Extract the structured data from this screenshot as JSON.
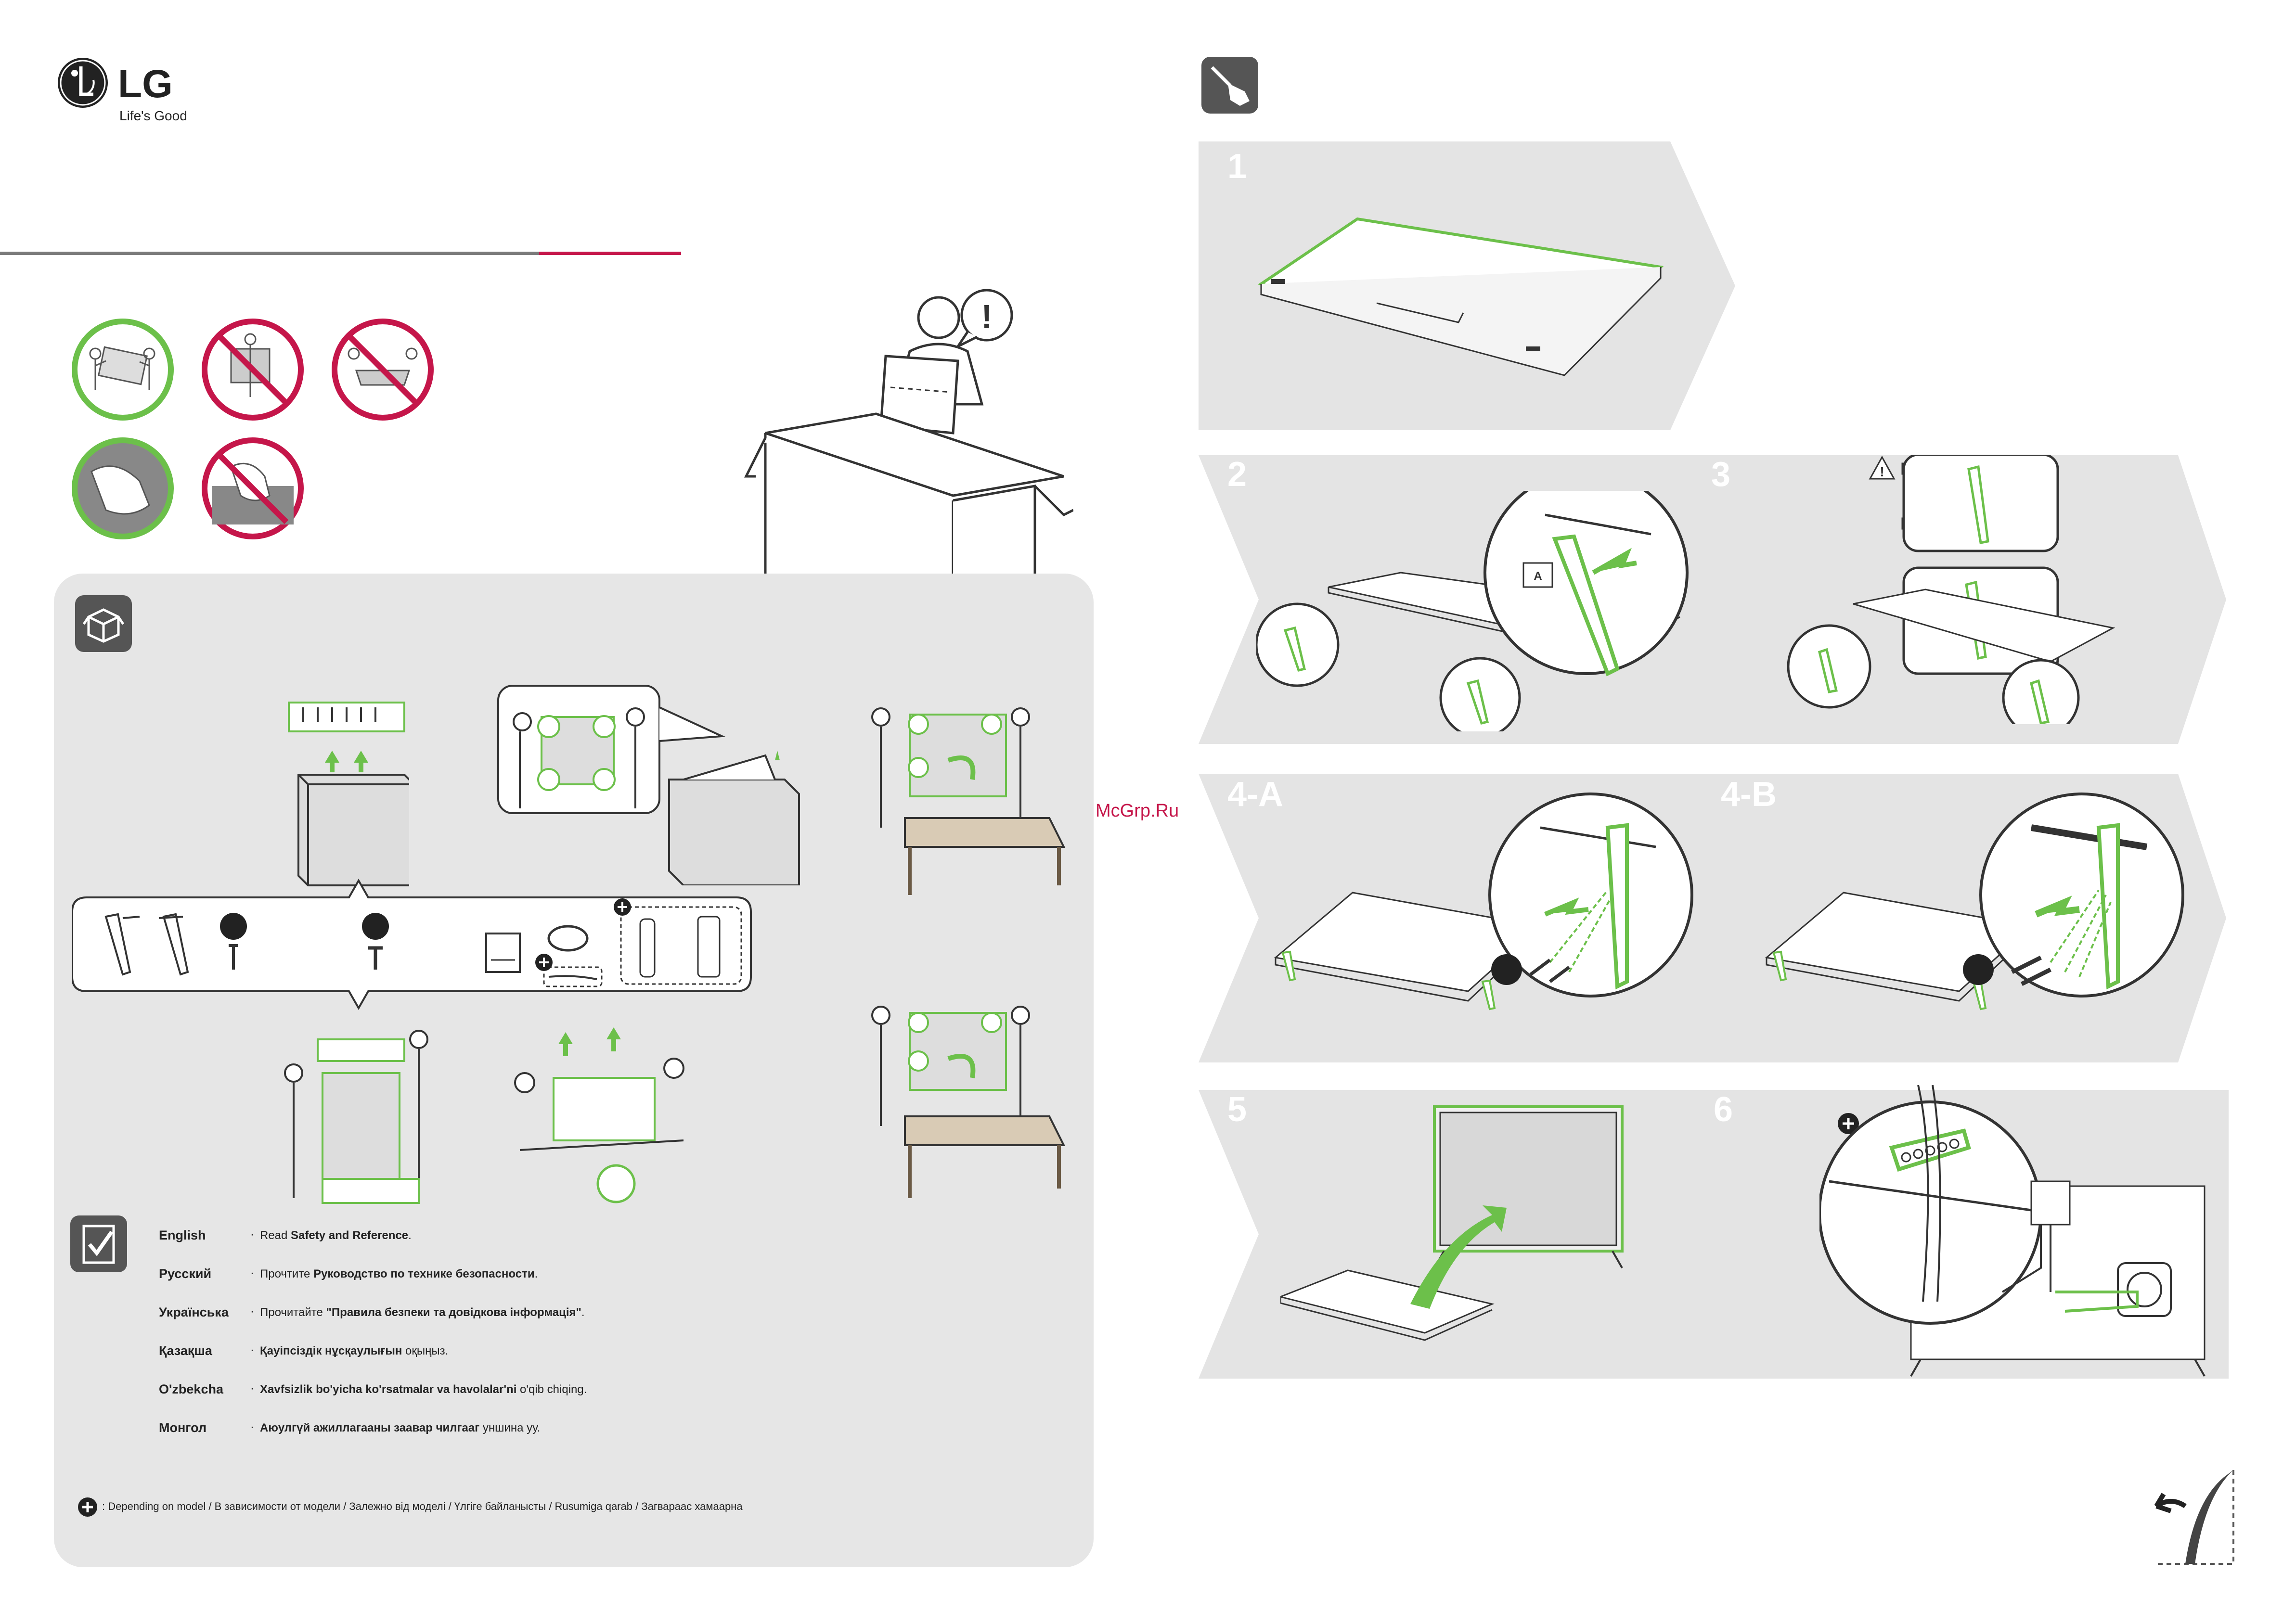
{
  "brand": {
    "name": "LG",
    "tagline": "Life's Good"
  },
  "colors": {
    "accent_green": "#6cc04a",
    "prohibit_red": "#c5164a",
    "panel_gray": "#e6e6e6",
    "chevron_gray": "#e4e4e4",
    "icon_dark": "#555555"
  },
  "icons": {
    "screwdriver": "screwdriver-icon",
    "box": "box-icon",
    "checklist": "checklist-icon",
    "warning": "warning-icon",
    "plus": "plus-icon",
    "page_turn": "page-turn-icon"
  },
  "watermark": "McGrp.Ru",
  "steps": [
    {
      "label": "1"
    },
    {
      "label": "2"
    },
    {
      "label": "3"
    },
    {
      "label": "4-A"
    },
    {
      "label": "4-B"
    },
    {
      "label": "5"
    },
    {
      "label": "6"
    }
  ],
  "part_labels": {
    "stand_tag": "A"
  },
  "languages": [
    {
      "name": "English",
      "text_plain_before": "Read ",
      "text_bold": "Safety and Reference",
      "text_plain_after": "."
    },
    {
      "name": "Русский",
      "text_plain_before": "Прочтите ",
      "text_bold": "Руководство по технике безопасности",
      "text_plain_after": "."
    },
    {
      "name": "Українська",
      "text_plain_before": "Прочитайте ",
      "text_bold": "\"Правила безпеки та довідкова інформація\"",
      "text_plain_after": "."
    },
    {
      "name": "Қазақша",
      "text_plain_before": "",
      "text_bold": "Қауіпсіздік нұсқаулығын",
      "text_plain_after": " оқыңыз."
    },
    {
      "name": "O'zbekcha",
      "text_plain_before": "",
      "text_bold": "Xavfsizlik bo'yicha ko'rsatmalar va havolalar'ni",
      "text_plain_after": " o'qib chiqing."
    },
    {
      "name": "Монгол",
      "text_plain_before": "",
      "text_bold": "Аюулгүй ажиллагааны заавар чилгааг",
      "text_plain_after": " уншина уу."
    }
  ],
  "footnote": ": Depending on model / В зависимости от модели / Залежно від моделі / Үлгіге байланысты / Rusumiga qarab / Загвараас хамаарна"
}
